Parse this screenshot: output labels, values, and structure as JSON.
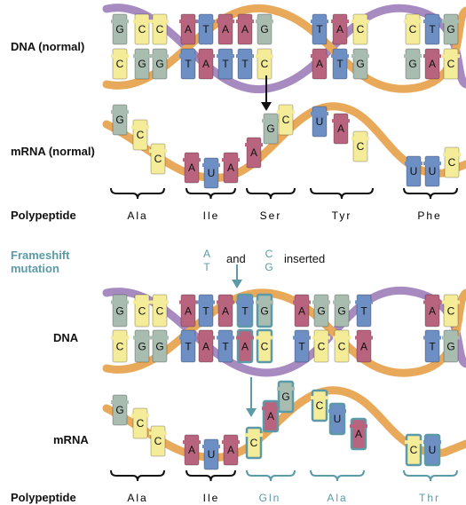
{
  "labels": {
    "dna_normal": "DNA (normal)",
    "mrna_normal": "mRNA (normal)",
    "polypeptide": "Polypeptide",
    "frameshift": "Frameshift mutation",
    "dna": "DNA",
    "mrna": "mRNA"
  },
  "insertion": {
    "pair1": [
      "A",
      "T"
    ],
    "and": "and",
    "pair2": [
      "C",
      "G"
    ],
    "inserted": "inserted"
  },
  "colors": {
    "G": "#a9bcb0",
    "C": "#f4ec98",
    "A": "#b8647e",
    "T": "#6d8fc4",
    "U": "#6d8fc4",
    "strand_orange": "#e8a95a",
    "strand_purple": "#a68ac0",
    "accent_teal": "#5b9aa6"
  },
  "dna_normal": {
    "top": [
      "G",
      "C",
      "C",
      "",
      "A",
      "T",
      "A",
      "A",
      "G",
      "",
      "T",
      "A",
      "C",
      "",
      "C",
      "T",
      "G"
    ],
    "bottom": [
      "C",
      "G",
      "G",
      "",
      "T",
      "A",
      "T",
      "T",
      "C",
      "",
      "A",
      "T",
      "G",
      "",
      "G",
      "A",
      "C"
    ]
  },
  "mrna_normal": [
    "G",
    "C",
    "C",
    "A",
    "U",
    "A",
    "A",
    "G",
    "C",
    "U",
    "A",
    "C",
    "U",
    "U",
    "C"
  ],
  "polypeptide_normal": [
    "Ala",
    "Ile",
    "Ser",
    "Tyr",
    "Phe"
  ],
  "dna_mutant": {
    "top": [
      "G",
      "C",
      "C",
      "A",
      "T",
      "A",
      "T",
      "G",
      "A",
      "G",
      "G",
      "T",
      "A",
      "C"
    ],
    "bottom": [
      "C",
      "G",
      "G",
      "T",
      "A",
      "T",
      "A",
      "C",
      "T",
      "C",
      "C",
      "A",
      "T",
      "G"
    ]
  },
  "mrna_mutant": [
    "G",
    "C",
    "C",
    "A",
    "U",
    "A",
    "C",
    "A",
    "G",
    "C",
    "U",
    "A",
    "C",
    "U"
  ],
  "polypeptide_mutant": [
    "Ala",
    "Ile",
    "Gln",
    "Ala",
    "Thr"
  ]
}
